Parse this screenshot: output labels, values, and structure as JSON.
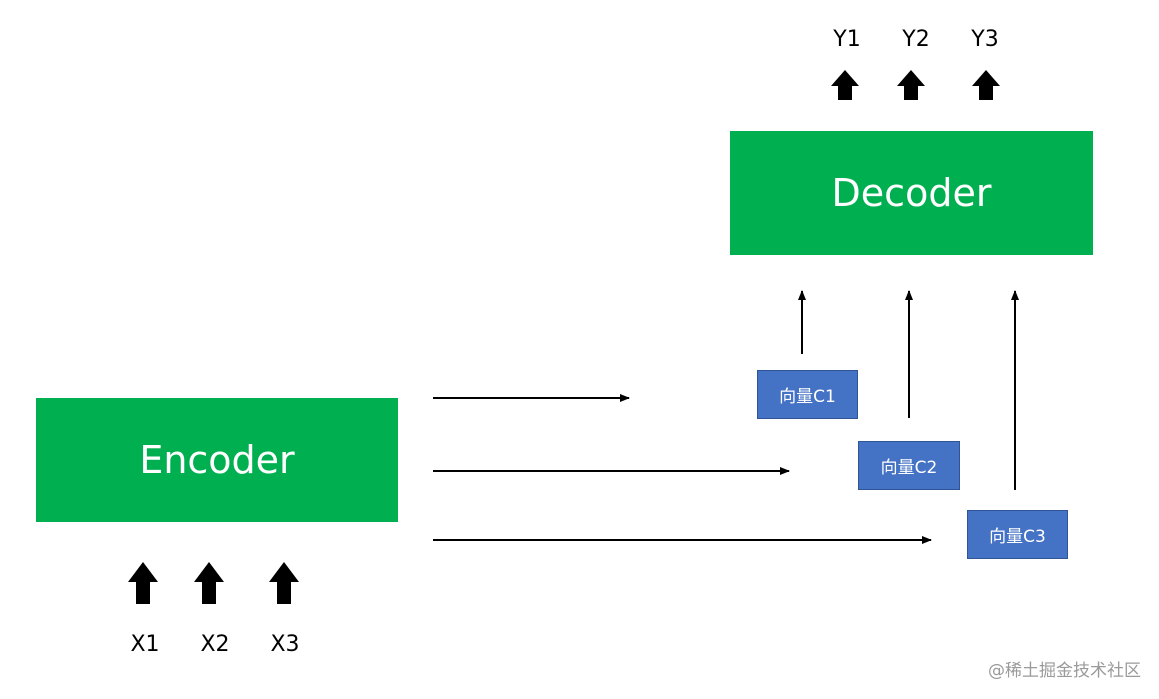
{
  "encoder": {
    "label": "Encoder"
  },
  "decoder": {
    "label": "Decoder"
  },
  "inputs": [
    "X1",
    "X2",
    "X3"
  ],
  "outputs": [
    "Y1",
    "Y2",
    "Y3"
  ],
  "context_vectors": [
    "向量C1",
    "向量C2",
    "向量C3"
  ],
  "watermark": "@稀土掘金技术社区",
  "colors": {
    "block": "#00b050",
    "vector": "#4472c4",
    "arrow": "#000000"
  }
}
